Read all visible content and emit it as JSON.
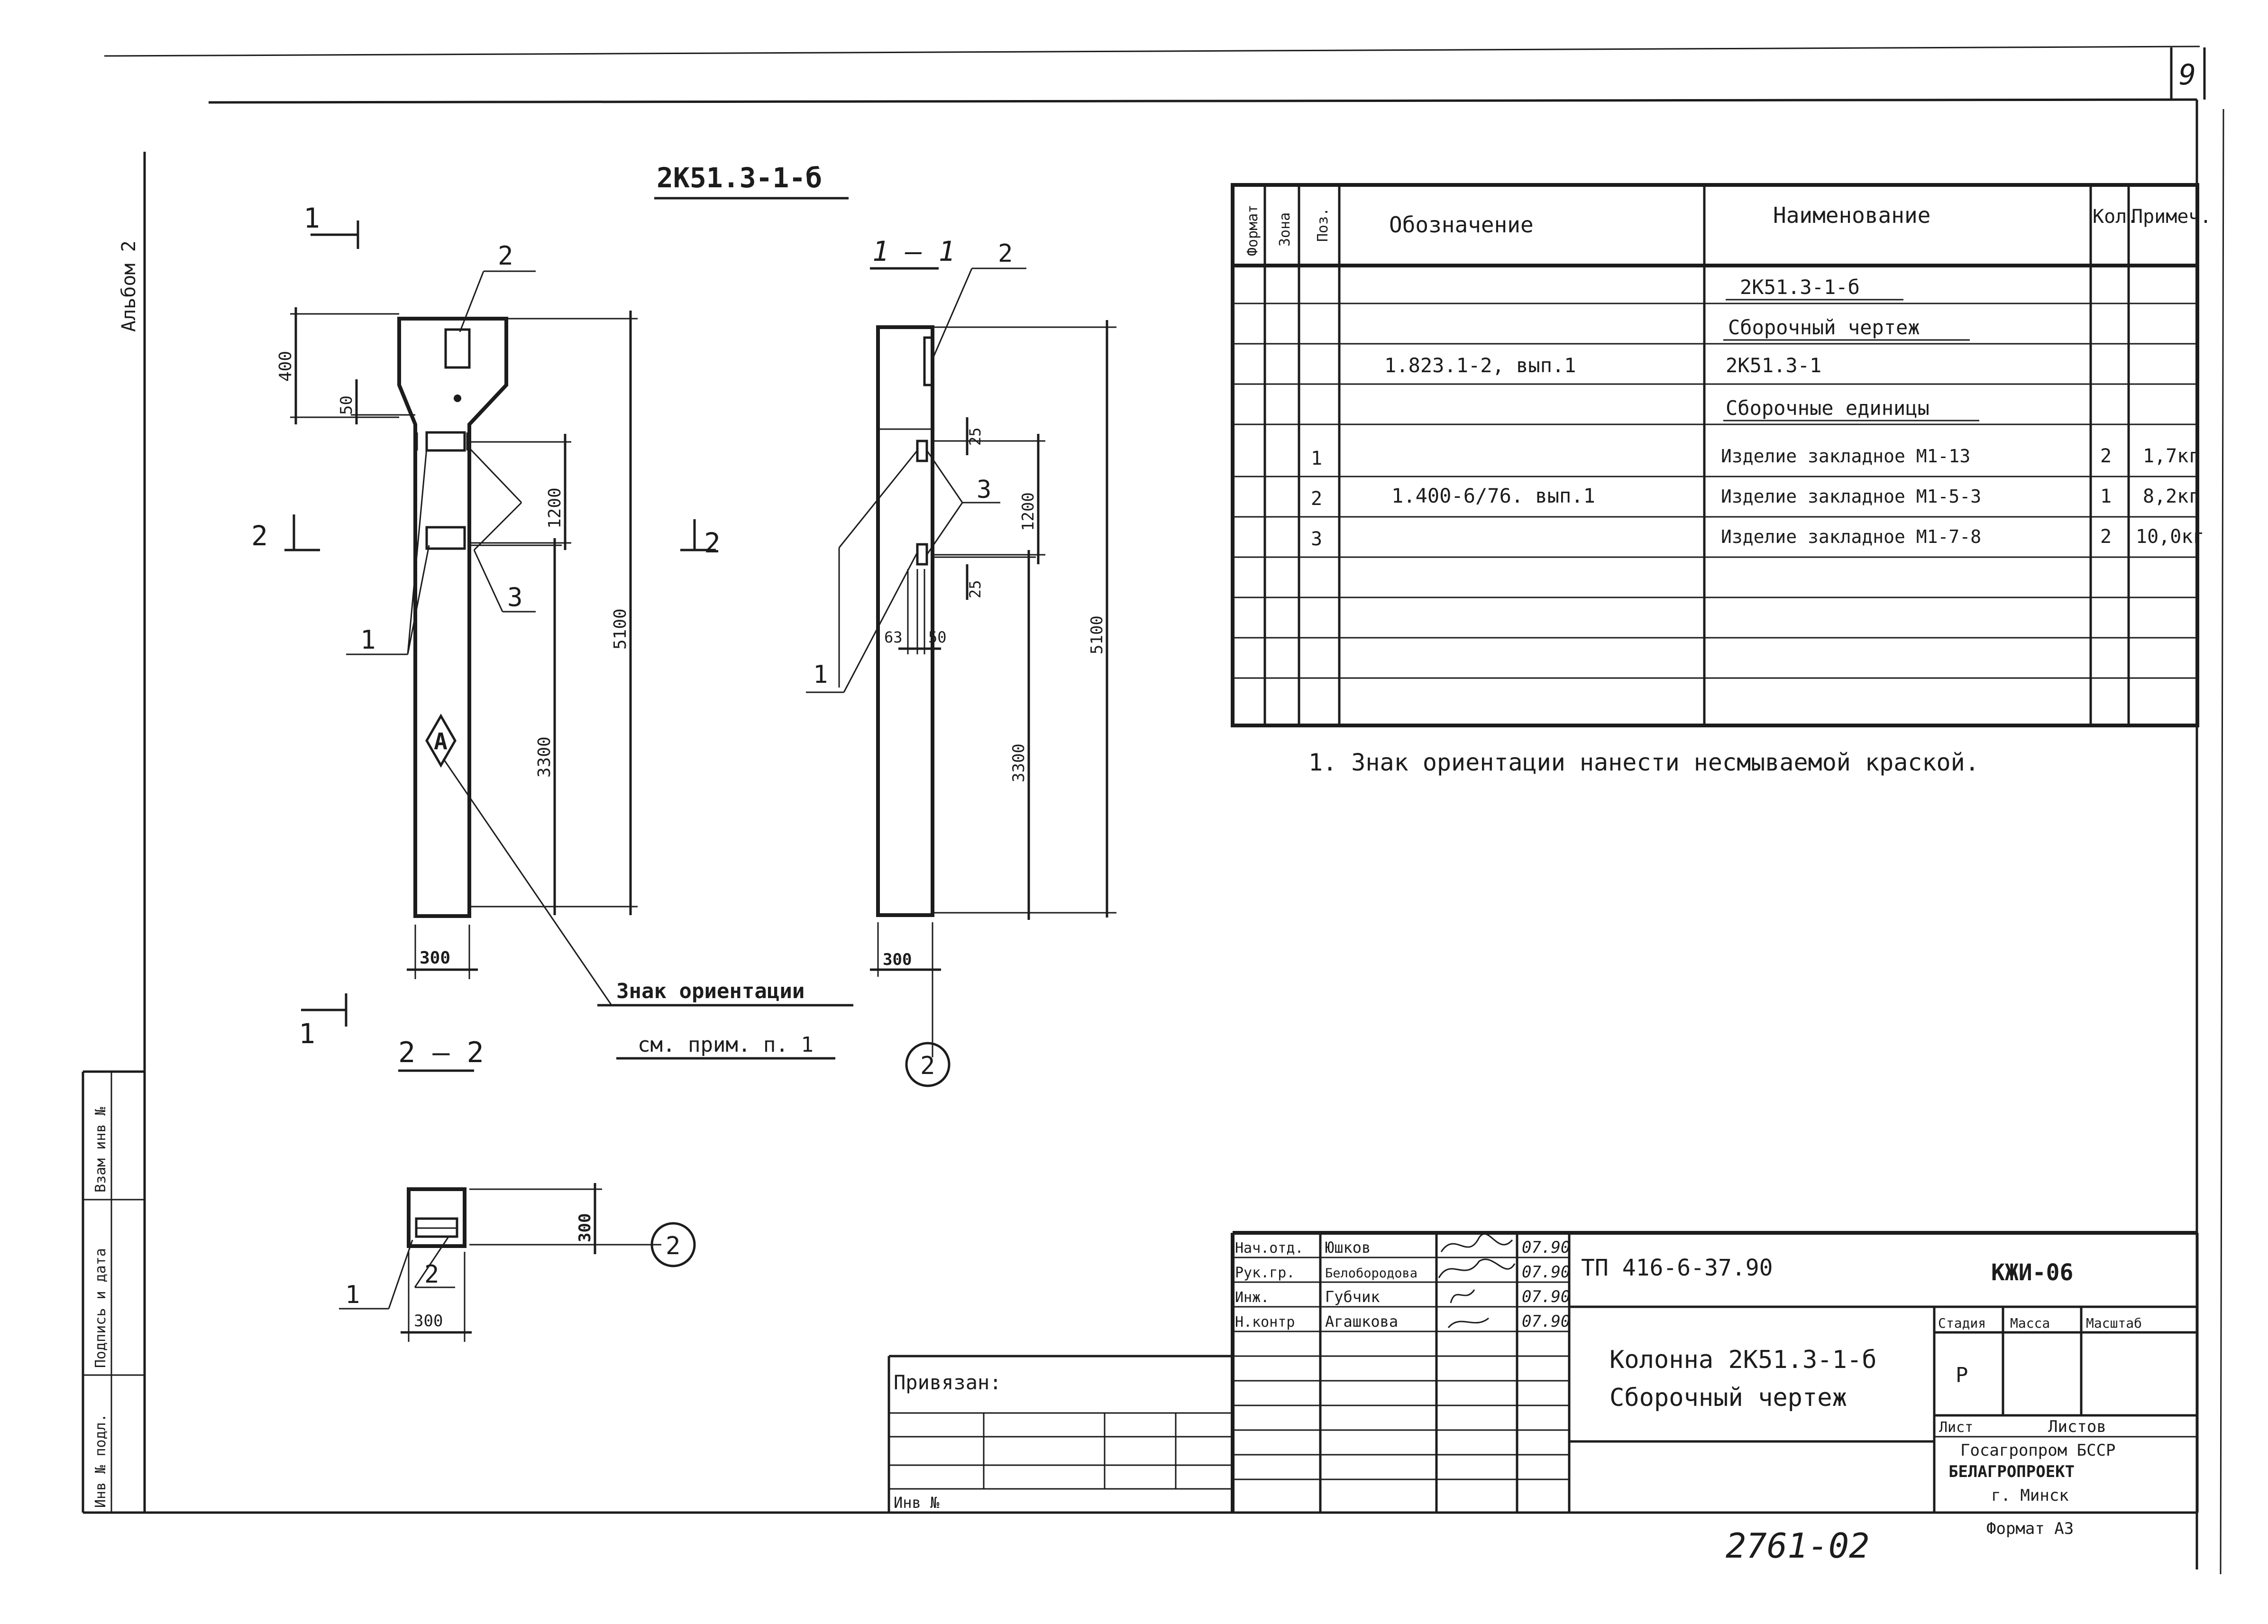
{
  "sheet": {
    "page_number": "9",
    "album_label": "Альбом 2",
    "main_title": "2К51.3-1-б",
    "archive_number": "2761-02"
  },
  "front_view": {
    "section_mark": "1",
    "side_mark": "2",
    "dims": {
      "top_height": "400",
      "notch": "50",
      "gap": "1200",
      "total": "5100",
      "lower": "3300",
      "width": "300"
    },
    "callouts": {
      "p2": "2",
      "p3": "3",
      "p1": "1"
    },
    "orientation_letter": "А",
    "orientation_note_1": "Знак ориентации",
    "orientation_note_2": "см. прим. п. 1"
  },
  "side_view": {
    "title": "1 – 1",
    "callouts": {
      "p2": "2",
      "p3": "3",
      "p1": "1"
    },
    "dims": {
      "d25a": "25",
      "gap": "1200",
      "d25b": "25",
      "d63": "63",
      "d50": "50",
      "total": "5100",
      "lower": "3300",
      "width": "300"
    },
    "axis_label": "2"
  },
  "section_22": {
    "title": "2 – 2",
    "callouts": {
      "p1": "1",
      "p2": "2"
    },
    "dims": {
      "height": "300",
      "width": "300"
    },
    "axis_label": "2"
  },
  "spec_table": {
    "headers": {
      "format": "Формат",
      "zone": "Зона",
      "pos": "Поз.",
      "designation": "Обозначение",
      "name": "Наименование",
      "qty": "Кол.",
      "note": "Примеч."
    },
    "rows": [
      {
        "pos": "",
        "designation": "",
        "name": "2К51.3-1-б",
        "qty": "",
        "note": ""
      },
      {
        "pos": "",
        "designation": "",
        "name": "Сборочный чертеж",
        "qty": "",
        "note": ""
      },
      {
        "pos": "",
        "designation": "1.823.1-2, вып.1",
        "name": "2К51.3-1",
        "qty": "",
        "note": ""
      },
      {
        "pos": "",
        "designation": "",
        "name": "Сборочные единицы",
        "qty": "",
        "note": ""
      },
      {
        "pos": "1",
        "designation": "",
        "name": "Изделие закладное М1-13",
        "qty": "2",
        "note": "1,7кг"
      },
      {
        "pos": "2",
        "designation": "1.400-6/76. вып.1",
        "name": "Изделие закладное М1-5-3",
        "qty": "1",
        "note": "8,2кг"
      },
      {
        "pos": "3",
        "designation": "",
        "name": "Изделие закладное М1-7-8",
        "qty": "2",
        "note": "10,0кг"
      },
      {
        "pos": "",
        "designation": "",
        "name": "",
        "qty": "",
        "note": ""
      },
      {
        "pos": "",
        "designation": "",
        "name": "",
        "qty": "",
        "note": ""
      },
      {
        "pos": "",
        "designation": "",
        "name": "",
        "qty": "",
        "note": ""
      },
      {
        "pos": "",
        "designation": "",
        "name": "",
        "qty": "",
        "note": ""
      }
    ]
  },
  "note": "1. Знак ориентации нанести несмываемой краской.",
  "left_strip": {
    "inv_podl": "Инв № подл.",
    "signature_date": "Подпись и дата",
    "vzam_inv": "Взам инв №"
  },
  "title_block": {
    "signers": [
      {
        "role": "Нач.отд.",
        "name": "Юшков",
        "date": "07.90"
      },
      {
        "role": "Рук.гр.",
        "name": "Белобородова",
        "date": "07.90"
      },
      {
        "role": "Инж.",
        "name": "Губчик",
        "date": "07.90"
      },
      {
        "role": "Н.контр",
        "name": "Агашкова",
        "date": "07.90"
      }
    ],
    "doc_code": "ТП 416-6-37.90",
    "sheet_code": "КЖИ-06",
    "title_1": "Колонна 2К51.3-1-б",
    "title_2": "Сборочный чертеж",
    "stage_label": "Стадия",
    "mass_label": "Масса",
    "scale_label": "Масштаб",
    "stage": "Р",
    "sheet_label": "Лист",
    "sheets_label": "Листов",
    "org_1": "Госагропром БССР",
    "org_2": "БЕЛАГРОПРОЕКТ",
    "org_3": "г. Минск",
    "format": "Формат А3"
  },
  "binding_block": {
    "privyazan": "Привязан:",
    "inv_no": "Инв №"
  }
}
